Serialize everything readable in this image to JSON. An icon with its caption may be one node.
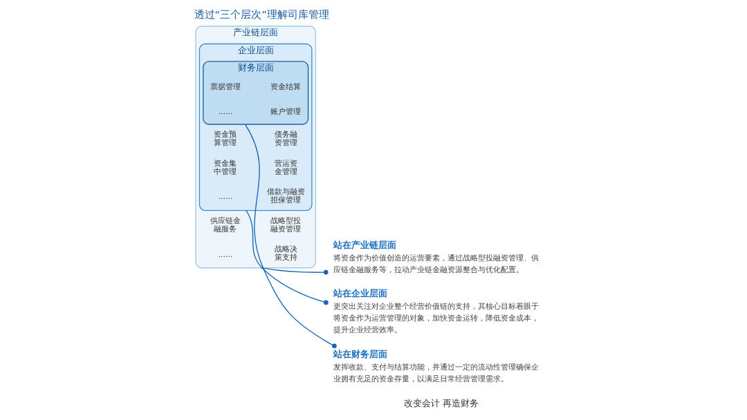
{
  "diagram": {
    "title": "透过“三个层次”理解司库管理",
    "nodes": [
      {
        "text": [
          "产业链层面"
        ]
      },
      {
        "text": [
          "......"
        ],
        "in": 0
      },
      {
        "text": [
          "战略决策支持"
        ],
        "in": 0
      },
      {
        "text": [
          "供应链金融服务"
        ],
        "in": 0
      },
      {
        "text": [
          "战略型投融资管理"
        ],
        "in": 0
      },
      {
        "text": [
          "企业层面"
        ],
        "in": 0
      },
      {
        "text": [
          "......"
        ],
        "in": 5
      },
      {
        "text": [
          "借款与融资担保管理"
        ],
        "in": 5
      },
      {
        "text": [
          "资金预算管理"
        ],
        "in": 5
      },
      {
        "text": [
          "债务融资管理"
        ],
        "in": 5
      },
      {
        "text": [
          "资金集中管理"
        ],
        "in": 5
      },
      {
        "text": [
          "营运资金管理"
        ],
        "in": 5
      },
      {
        "text": [
          "财务层面"
        ],
        "in": 5
      },
      {
        "text": [
          "......"
        ],
        "in": 12
      },
      {
        "text": [
          "账户管理"
        ],
        "in": 12
      },
      {
        "text": [
          "票据管理"
        ],
        "in": 12
      },
      {
        "text": [
          "资金结算"
        ],
        "in": 12
      },
      {
        "text": [
          "站在产业链层面",
          "将资金作为价值创造的运营要素，通过战略型投融资管理、供应链金融服务等，拉动产业链金融资源整合与优化配置。"
        ]
      },
      {
        "text": [
          "站在企业层面",
          "更突出关注对企业整个经营价值链的支持，其核心目标着眼于将资金作为运营管理的对象，加快资金运转，降低资金成本，提升企业经营效率。"
        ]
      },
      {
        "text": [
          "站在财务层面",
          "发挥收款、支付与结算功能，并通过一定的流动性管理确保企业拥有充足的资金存量，以满足日常经营管理需求。"
        ]
      }
    ],
    "edges": [
      {
        "from": 0,
        "to": 17,
        "arrow": "other"
      },
      {
        "from": 5,
        "to": 18,
        "arrow": "other"
      },
      {
        "from": 12,
        "to": 19,
        "arrow": "other"
      }
    ],
    "labels": [
      "改变会计 再造财务"
    ]
  }
}
